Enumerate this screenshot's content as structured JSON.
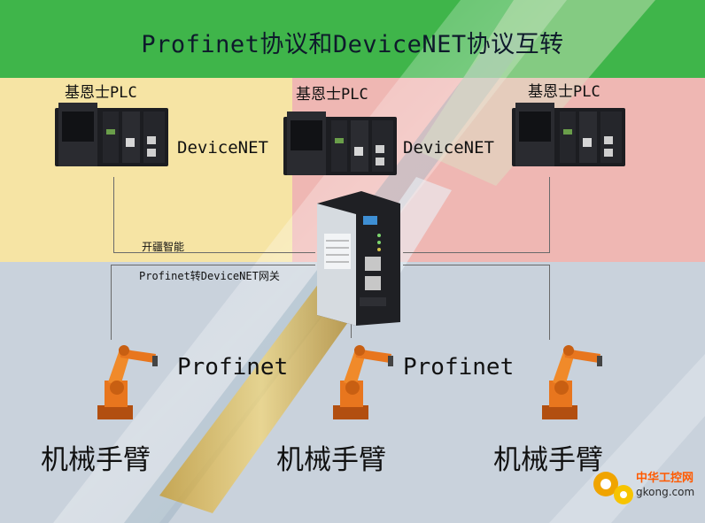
{
  "title": "Profinet协议和DeviceNET协议互转",
  "plcs": [
    {
      "label": "基恩士PLC"
    },
    {
      "label": "基恩士PLC"
    },
    {
      "label": "基恩士PLC"
    }
  ],
  "links": {
    "devicenet_left": "DeviceNET",
    "devicenet_right": "DeviceNET",
    "profinet_left": "Profinet",
    "profinet_right": "Profinet"
  },
  "gateway": {
    "brand": "开疆智能",
    "model": "Profinet转DeviceNET网关"
  },
  "robots": [
    {
      "label": "机械手臂"
    },
    {
      "label": "机械手臂"
    },
    {
      "label": "机械手臂"
    }
  ],
  "watermark": {
    "cn": "中华工控网",
    "url": "gkong.com"
  },
  "colors": {
    "header": "#3fb54a",
    "yellow_band": "#f6e4a4",
    "pink_band": "#efb7b3",
    "bottom_band": "#c9d2dc",
    "robot_orange": "#e8761e"
  }
}
